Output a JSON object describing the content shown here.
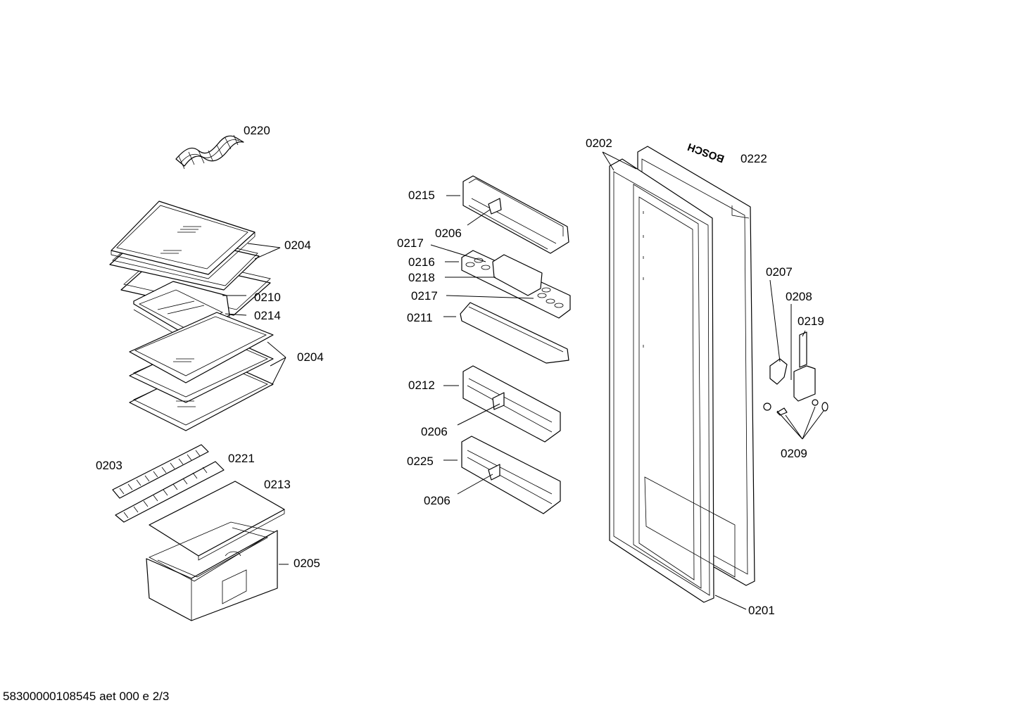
{
  "document_id": "58300000108545 aet 000 e 2/3",
  "brand_mark": "BOSCH",
  "labels": {
    "l0220": "0220",
    "l0204a": "0204",
    "l0210": "0210",
    "l0214": "0214",
    "l0204b": "0204",
    "l0203": "0203",
    "l0221": "0221",
    "l0213": "0213",
    "l0205": "0205",
    "l0215": "0215",
    "l0206a": "0206",
    "l0217a": "0217",
    "l0216": "0216",
    "l0218": "0218",
    "l0217b": "0217",
    "l0211": "0211",
    "l0212": "0212",
    "l0206b": "0206",
    "l0225": "0225",
    "l0206c": "0206",
    "l0202": "0202",
    "l0222": "0222",
    "l0207": "0207",
    "l0208": "0208",
    "l0219": "0219",
    "l0209": "0209",
    "l0201": "0201"
  }
}
